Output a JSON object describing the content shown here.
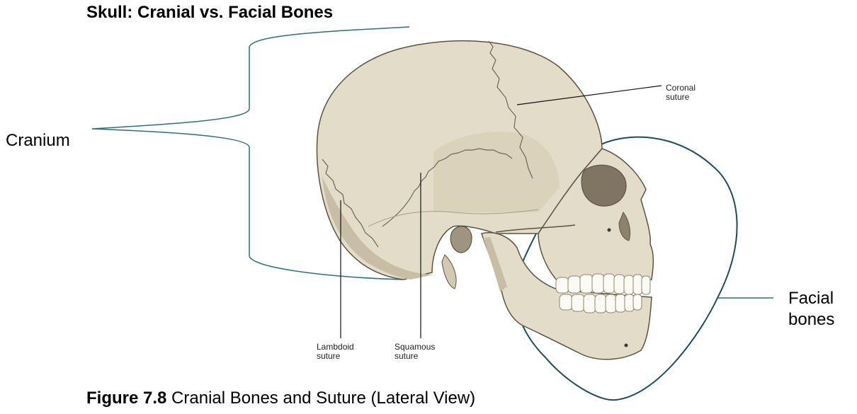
{
  "title": "Skull: Cranial vs. Facial Bones",
  "labels": {
    "cranium": "Cranium",
    "facial_line1": "Facial",
    "facial_line2": "bones",
    "coronal_line1": "Coronal",
    "coronal_line2": "suture",
    "lambdoid_line1": "Lambdoid",
    "lambdoid_line2": "suture",
    "squamous_line1": "Squamous",
    "squamous_line2": "suture"
  },
  "caption": {
    "figure_number": "Figure 7.8",
    "text": "Cranial Bones and Suture (Lateral View)"
  },
  "colors": {
    "bone": "#e3dcc8",
    "bone_shadow": "#c8bea6",
    "outline": "#5a5446",
    "bracket": "#2f6f7a",
    "teeth": "#fbfaf5"
  }
}
